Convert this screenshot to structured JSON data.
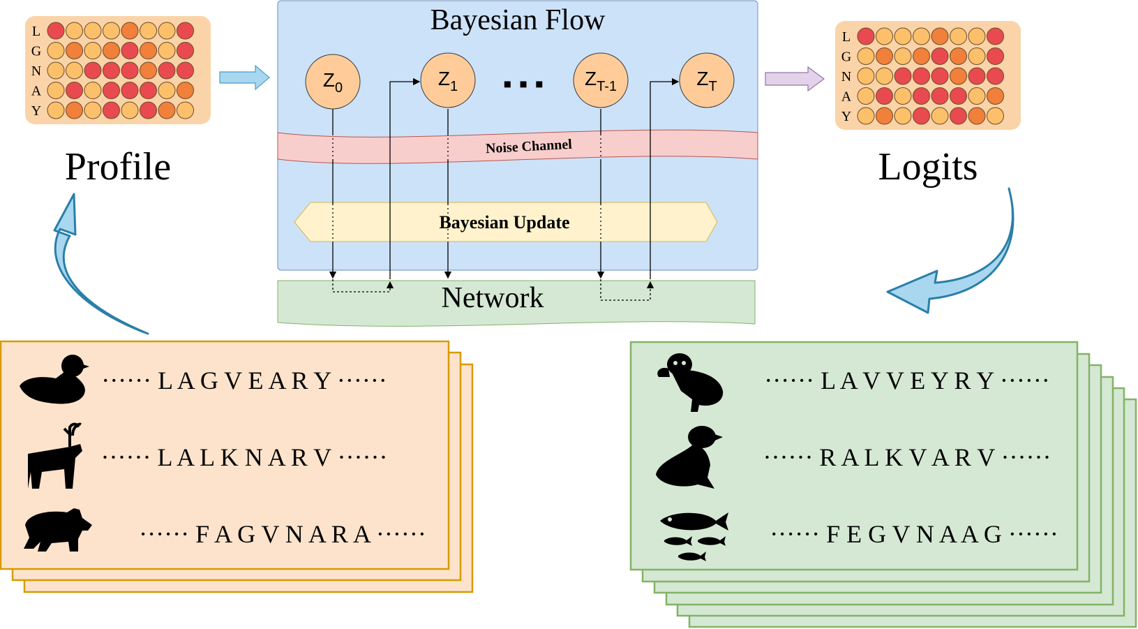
{
  "profile": {
    "label": "Profile",
    "row_letters": [
      "L",
      "G",
      "N",
      "A",
      "Y"
    ],
    "cells": [
      [
        3,
        1,
        1,
        1,
        2,
        1,
        1,
        3
      ],
      [
        1,
        2,
        1,
        2,
        3,
        2,
        1,
        3
      ],
      [
        1,
        1,
        3,
        3,
        3,
        2,
        3,
        3
      ],
      [
        1,
        3,
        1,
        3,
        3,
        3,
        1,
        2
      ],
      [
        1,
        2,
        1,
        3,
        1,
        3,
        2,
        1
      ]
    ]
  },
  "logits": {
    "label": "Logits",
    "row_letters": [
      "L",
      "G",
      "N",
      "A",
      "Y"
    ],
    "cells": [
      [
        3,
        1,
        1,
        1,
        2,
        1,
        1,
        3
      ],
      [
        1,
        2,
        1,
        2,
        3,
        2,
        1,
        3
      ],
      [
        1,
        1,
        3,
        3,
        3,
        2,
        3,
        3
      ],
      [
        1,
        3,
        1,
        3,
        3,
        3,
        1,
        2
      ],
      [
        1,
        2,
        1,
        3,
        1,
        3,
        2,
        1
      ]
    ]
  },
  "palette": {
    "1": "#FDC06A",
    "2": "#F0803A",
    "3": "#E84A50",
    "deep": "#E02A30",
    "orange": "#F57C00"
  },
  "colors": {
    "flow_panel": "#CCE2F8",
    "noise_band": "#F8CECC",
    "update_box": "#FFF2CC",
    "network_band": "#D5E8D4",
    "node_fill": "#FFCC99",
    "source_panel": "#FDE3CC",
    "source_border": "#D79B00",
    "target_panel": "#D5E8D4",
    "target_border": "#82B366",
    "arrow_blue": "#A9D7F0",
    "arrow_stroke": "#2A7FA8",
    "arrow_purple": "#E3D2E9"
  },
  "flow": {
    "title": "Bayesian Flow",
    "noise": "Noise Channel",
    "update": "Bayesian Update",
    "network": "Network",
    "ellipsis": "▪ ▪ ▪",
    "nodes": [
      {
        "base": "Z",
        "sub": "0"
      },
      {
        "base": "Z",
        "sub": "1"
      },
      {
        "base": "Z",
        "sub": "T-1"
      },
      {
        "base": "Z",
        "sub": "T"
      }
    ]
  },
  "source": {
    "icons": [
      "duck-icon",
      "deer-icon",
      "bear-icon"
    ],
    "sequences": [
      "······ L A G V E A R Y ······",
      "······ L A L K N A R V ······",
      "······ F A G V N A R A ······"
    ]
  },
  "target": {
    "icons": [
      "sloth-icon",
      "seal-icon",
      "fish-icon"
    ],
    "sequences": [
      "······ L A V V E Y R Y ······",
      "······ R A L K V A R V ······",
      "······ F E G V N A A G ······"
    ]
  }
}
